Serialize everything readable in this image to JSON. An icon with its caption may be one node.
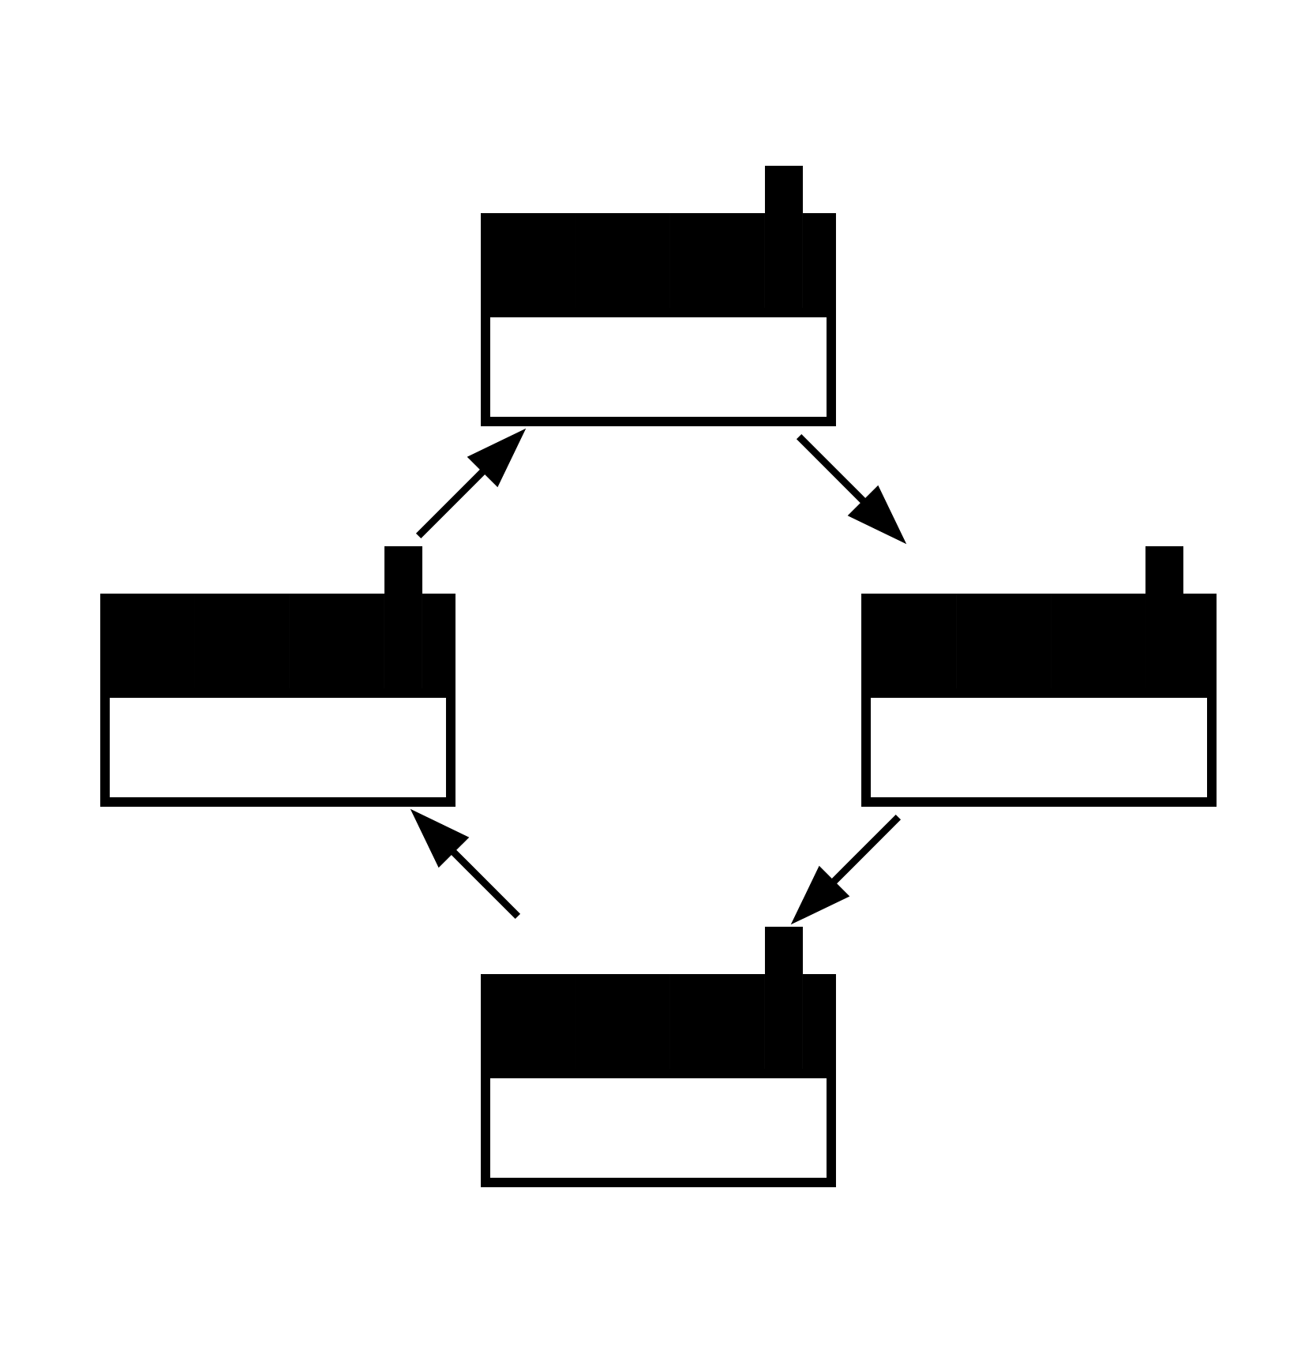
{
  "diagram": {
    "nodes": [
      {
        "text": [],
        "shape": "factory"
      },
      {
        "text": [],
        "shape": "factory"
      },
      {
        "text": [],
        "shape": "factory"
      },
      {
        "text": [],
        "shape": "factory"
      }
    ],
    "edges": [
      {
        "from": 0,
        "to": 1,
        "arrow": "to"
      },
      {
        "from": 1,
        "to": 3,
        "arrow": "to"
      },
      {
        "from": 3,
        "to": 2,
        "arrow": "to"
      },
      {
        "from": 2,
        "to": 0,
        "arrow": "to"
      }
    ]
  }
}
